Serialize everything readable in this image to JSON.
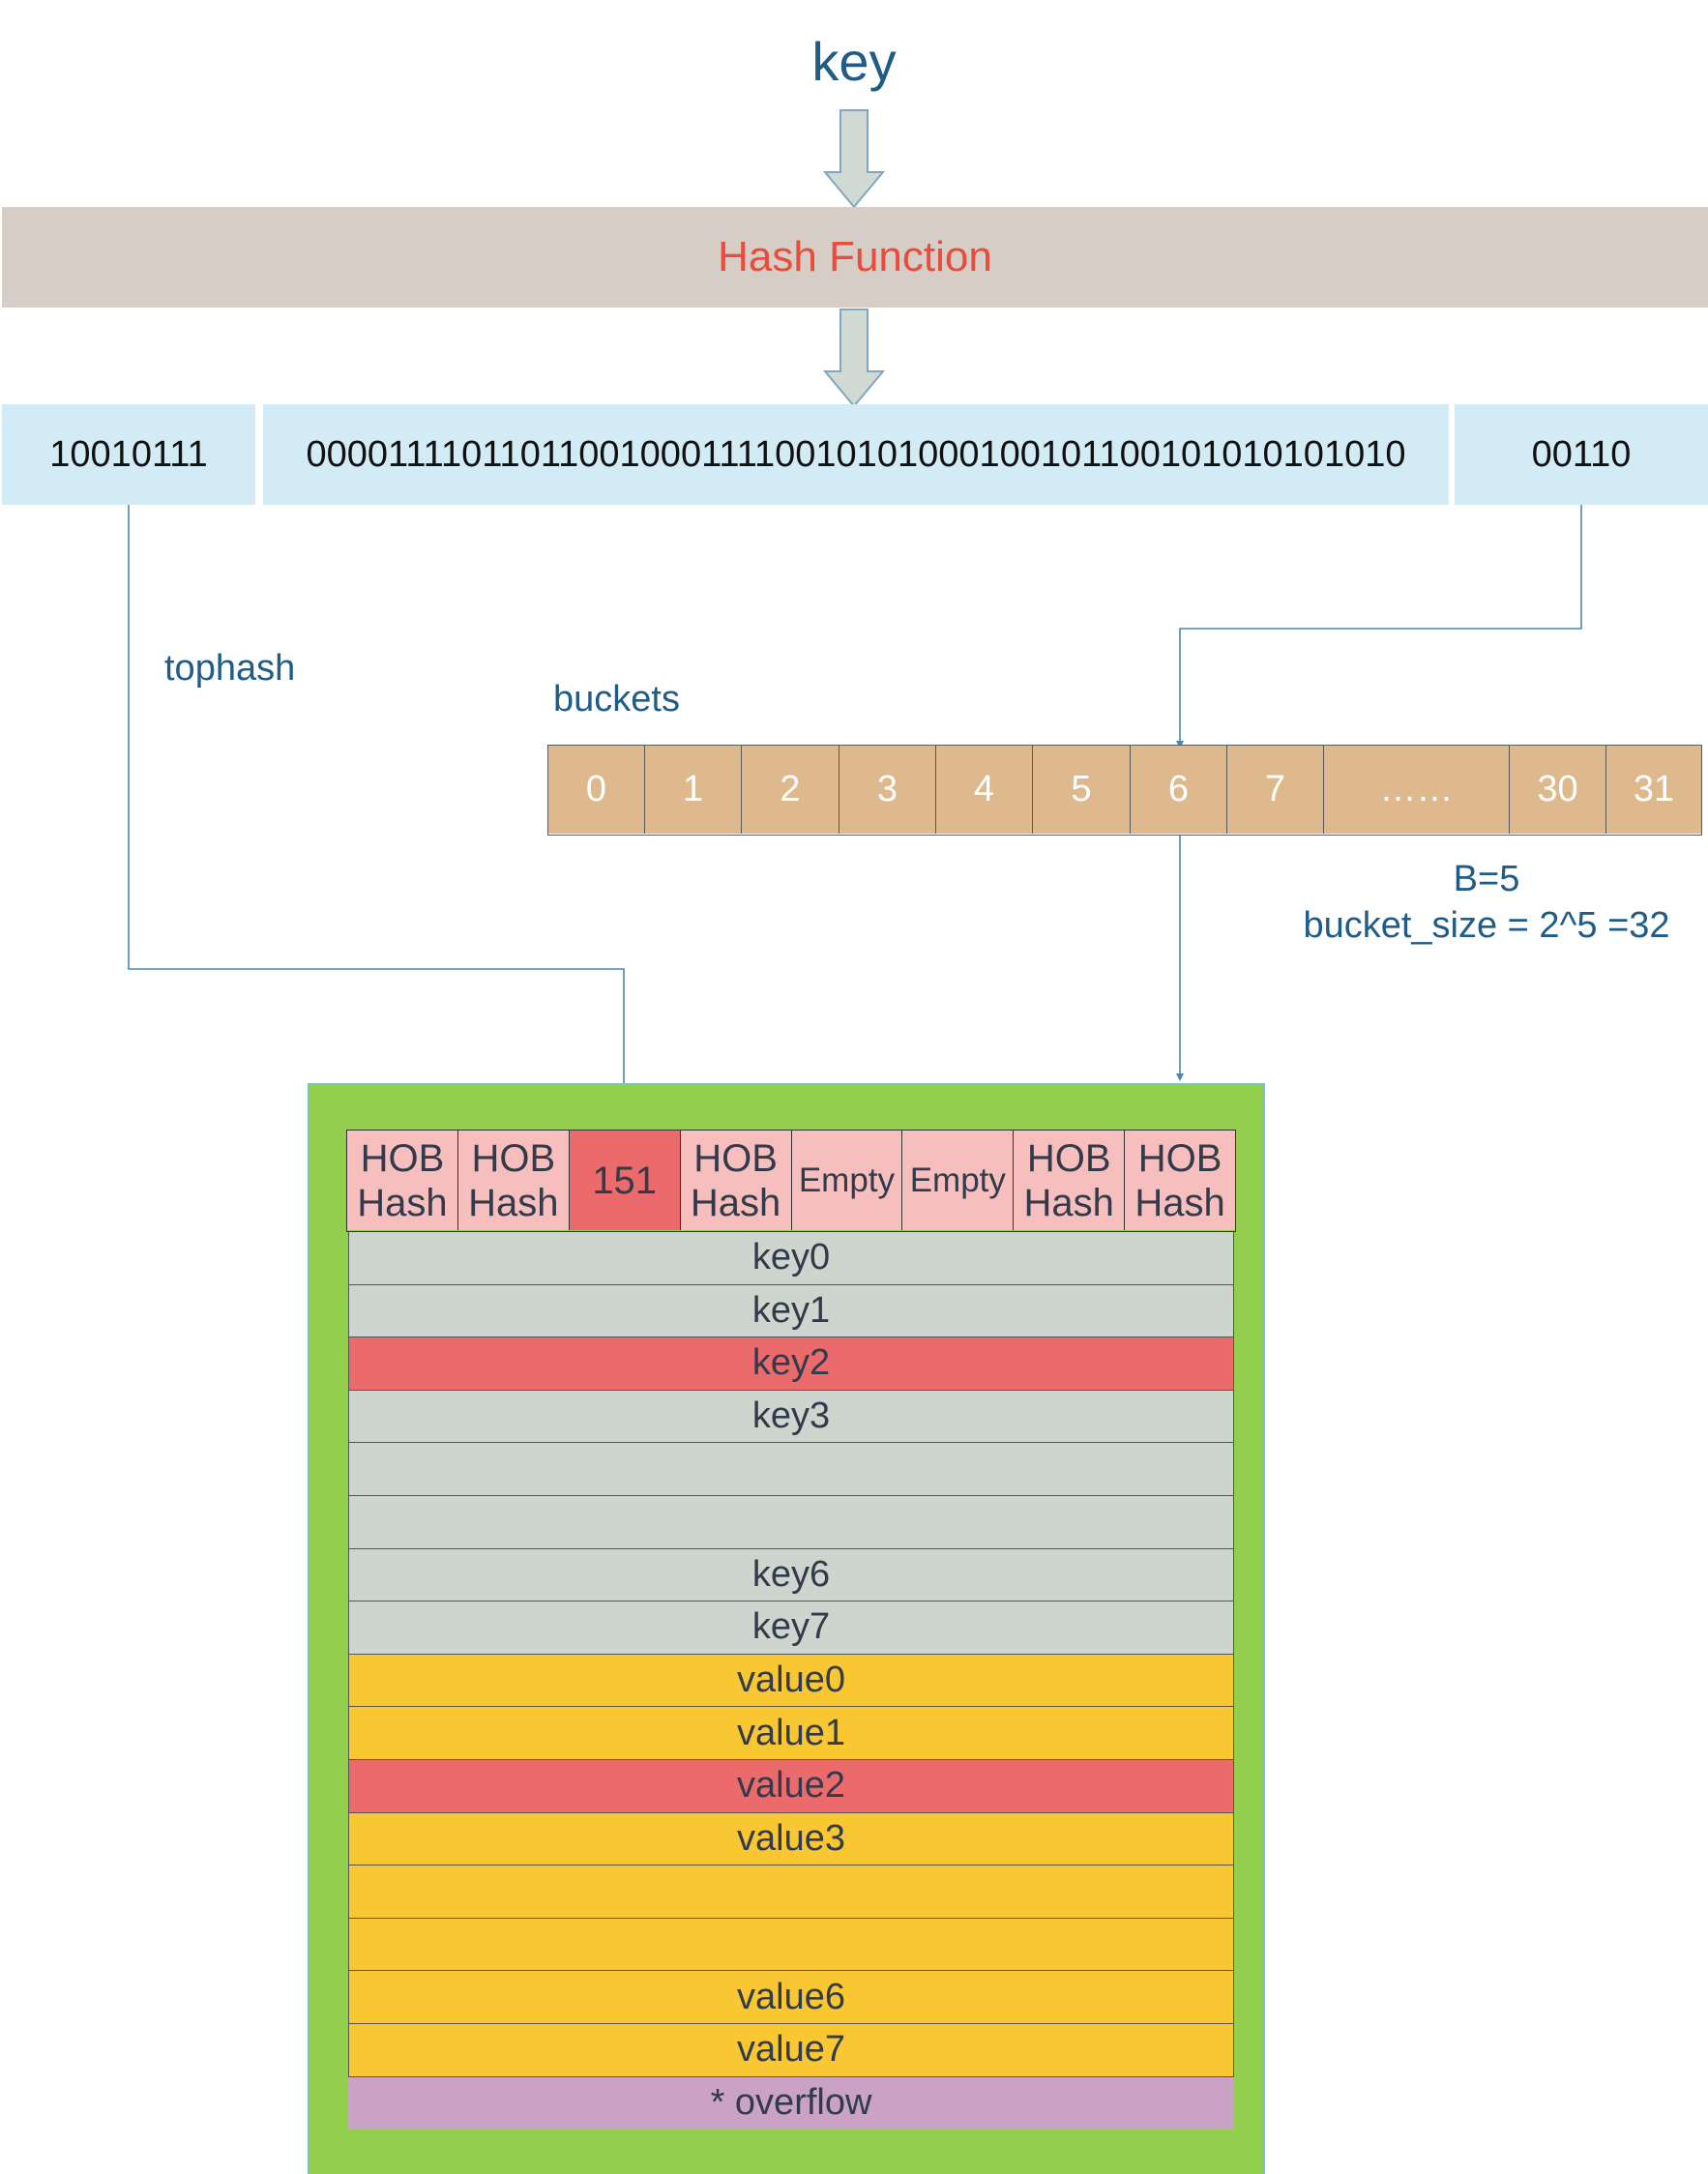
{
  "title": "key",
  "hash_function": "Hash Function",
  "hash_bits": {
    "high": "10010111",
    "middle": "0000111101101100100011110010101000100101100101010101010",
    "low": "00110"
  },
  "labels": {
    "tophash": "tophash",
    "buckets": "buckets",
    "b_value": "B=5",
    "bucket_size": "bucket_size = 2^5 =32"
  },
  "buckets": [
    "0",
    "1",
    "2",
    "3",
    "4",
    "5",
    "6",
    "7",
    "……",
    "30",
    "31"
  ],
  "selected_bucket": "6",
  "tophash_row": [
    [
      "HOB",
      "Hash"
    ],
    [
      "HOB",
      "Hash"
    ],
    [
      "151"
    ],
    [
      "HOB",
      "Hash"
    ],
    [
      "Empty"
    ],
    [
      "Empty"
    ],
    [
      "HOB",
      "Hash"
    ],
    [
      "HOB",
      "Hash"
    ]
  ],
  "keys": [
    "key0",
    "key1",
    "key2",
    "key3",
    "",
    "",
    "key6",
    "key7"
  ],
  "values": [
    "value0",
    "value1",
    "value2",
    "value3",
    "",
    "",
    "value6",
    "value7"
  ],
  "overflow": "* overflow",
  "colors": {
    "title": "#1f5c87",
    "hash_text": "#ea4b3b",
    "hash_band": "#d6cdc7",
    "bits_box": "#d3ebf5",
    "bucket_cell": "#deb98d",
    "bucket_box": "#92cf4d",
    "tophash_cell": "#f6bfbd",
    "hit": "#eb6a6c",
    "key_slot": "#ccd6ce",
    "value_slot": "#f8c732",
    "overflow_slot": "#c9a2c6"
  }
}
